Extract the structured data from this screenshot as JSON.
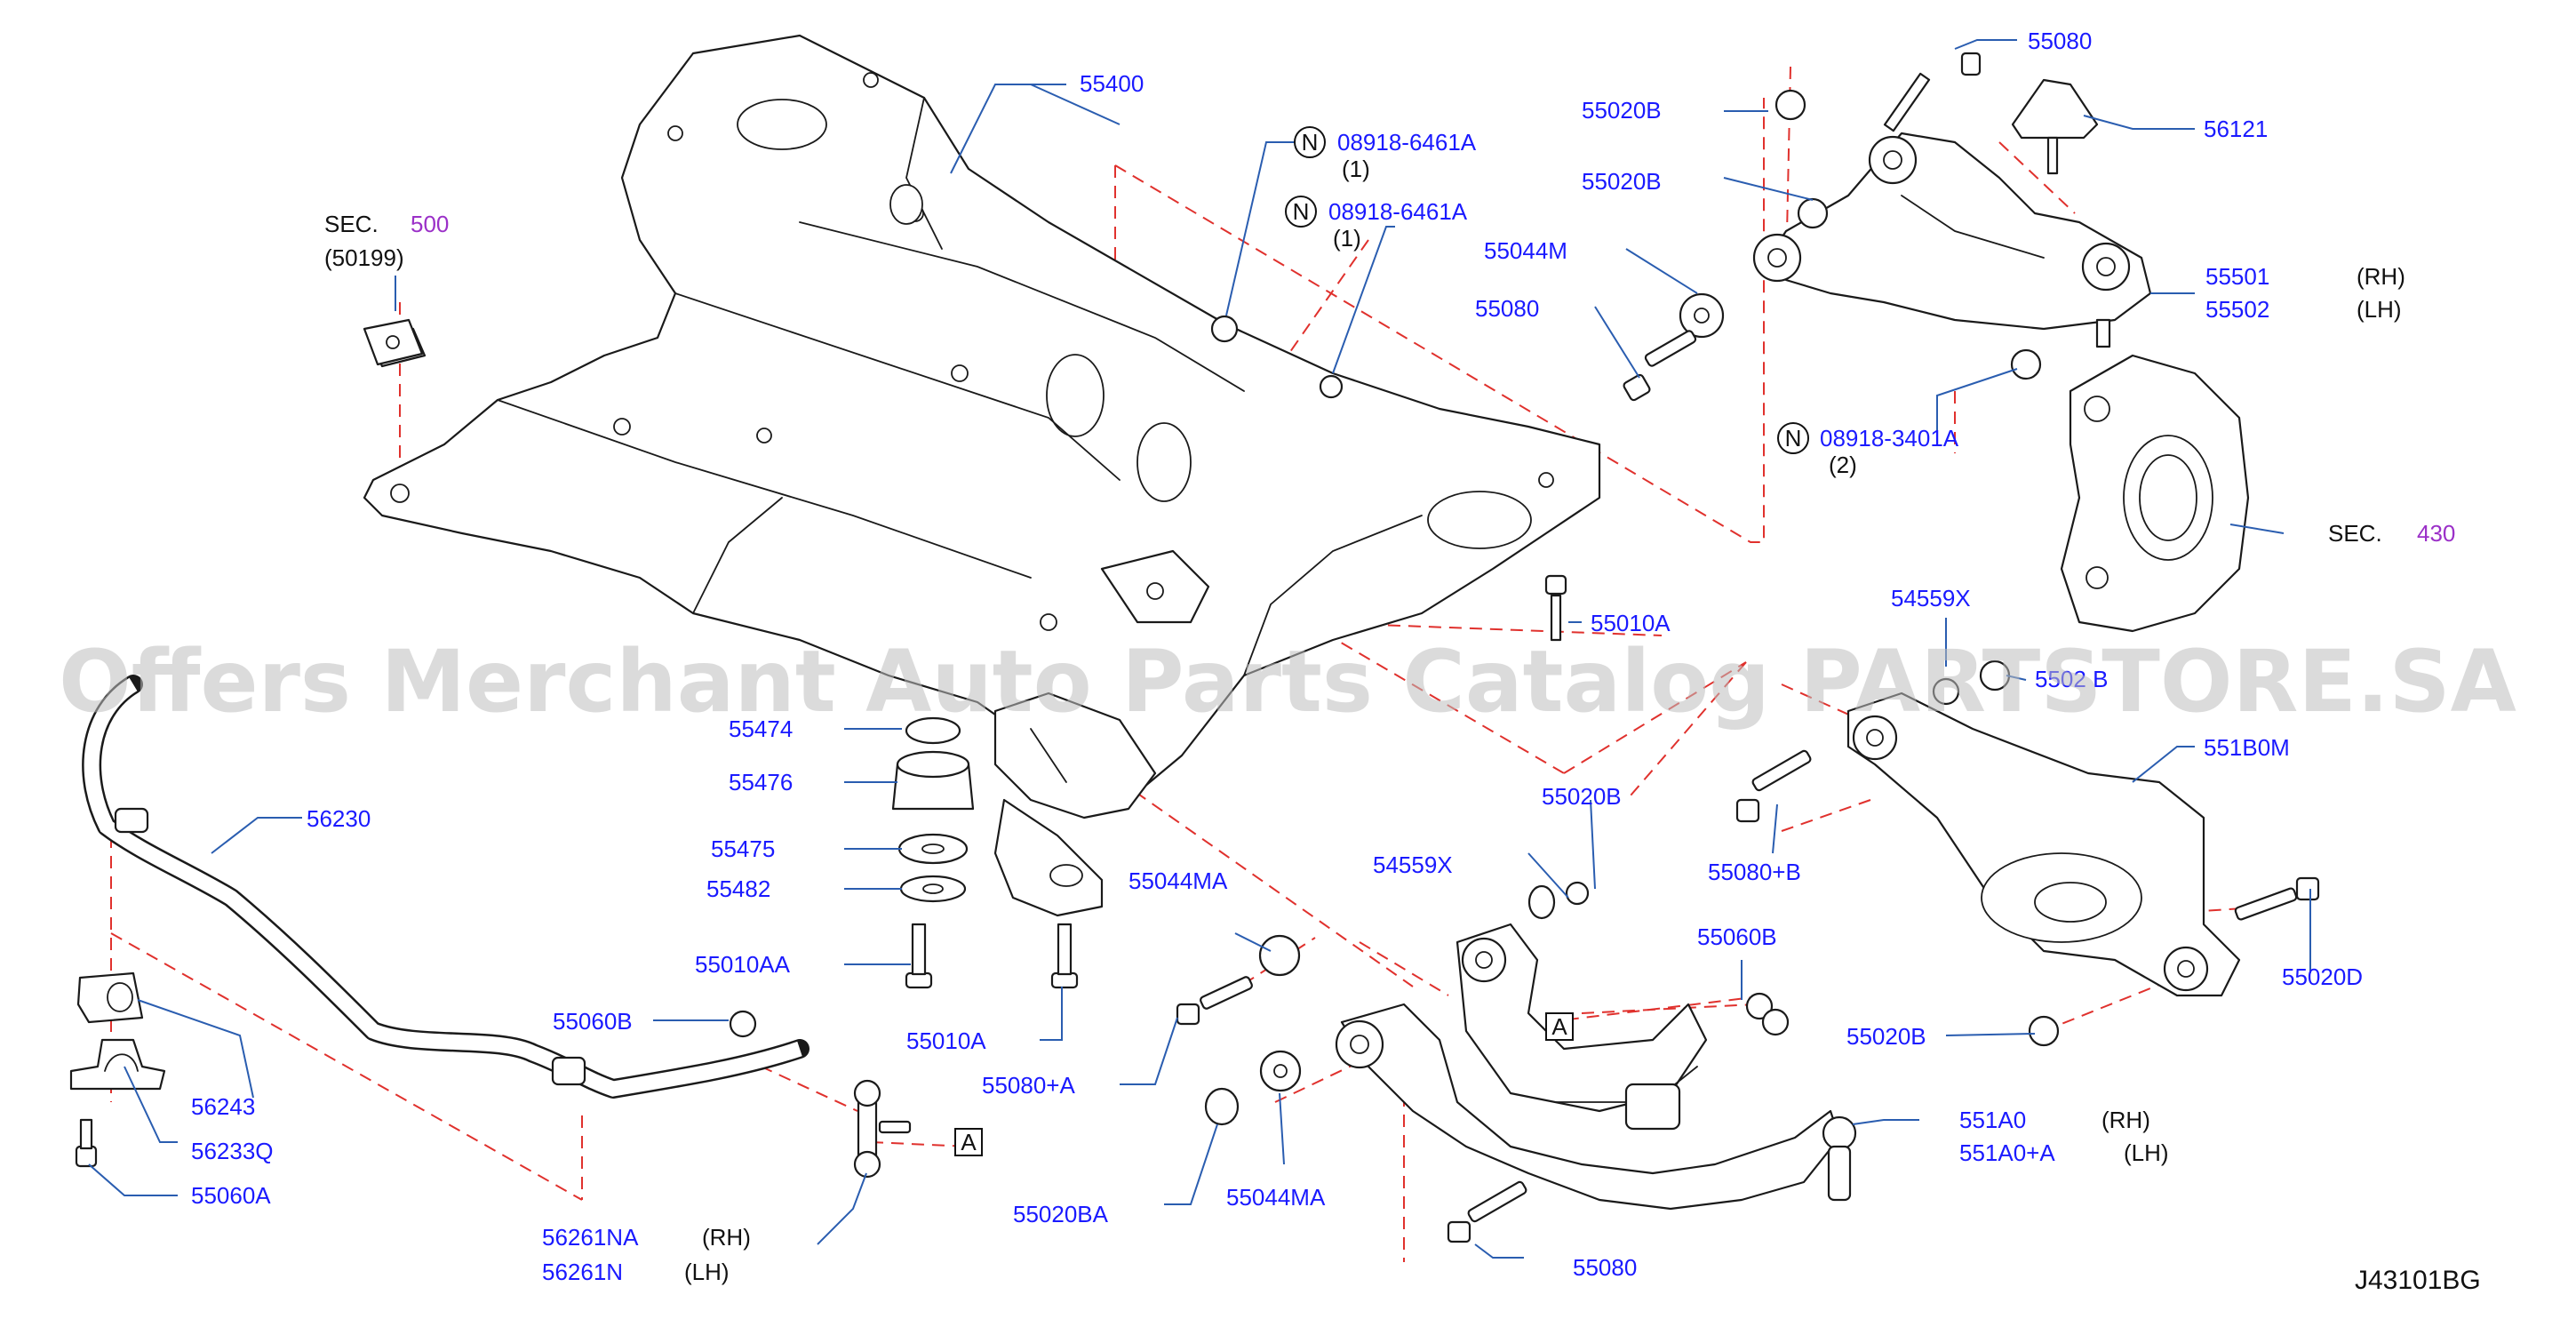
{
  "watermark": "Offers Merchant Auto Parts Catalog PARTSTORE.SA",
  "diagram_code": "J43101BG",
  "sections": [
    {
      "prefix": "SEC.",
      "number": "500",
      "sub": "(50199)"
    },
    {
      "prefix": "SEC.",
      "number": "430"
    }
  ],
  "n_badge": "N",
  "ref_box": "A",
  "callouts": {
    "c55400": "55400",
    "c08918a": "08918-6461A",
    "c08918a_qty": "(1)",
    "c08918b": "08918-6461A",
    "c08918b_qty": "(1)",
    "c55020b_1": "55020B",
    "c55020b_2": "55020B",
    "c55044m": "55044M",
    "c55080_1": "55080",
    "c55080_top": "55080",
    "c56121": "56121",
    "c55501": "55501",
    "c55501_side": "(RH)",
    "c55502": "55502",
    "c55502_side": "(LH)",
    "c08918c": "08918-3401A",
    "c08918c_qty": "(2)",
    "c55010a": "55010A",
    "c54559x_1": "54559X",
    "c55020b_3": "5502 B",
    "c551b0m": "551B0M",
    "c55474": "55474",
    "c55476": "55476",
    "c55475": "55475",
    "c55482": "55482",
    "c55010aa": "55010AA",
    "c55010a_2": "55010A",
    "c55080b": "55080+B",
    "c55020b_4": "55020B",
    "c54559x_2": "54559X",
    "c55044ma_1": "55044MA",
    "c55060b_1": "55060B",
    "c55020d": "55020D",
    "c55020b_5": "55020B",
    "c56230": "56230",
    "c55060b_2": "55060B",
    "c55080a": "55080+A",
    "c551a0": "551A0",
    "c551a0_side": "(RH)",
    "c551a0a": "551A0+A",
    "c551a0a_side": "(LH)",
    "c56243": "56243",
    "c56233q": "56233Q",
    "c55060a": "55060A",
    "c55020ba": "55020BA",
    "c55044ma_2": "55044MA",
    "c56261na": "56261NA",
    "c56261na_side": "(RH)",
    "c56261n": "56261N",
    "c56261n_side": "(LH)",
    "c55080_bottom": "55080"
  }
}
